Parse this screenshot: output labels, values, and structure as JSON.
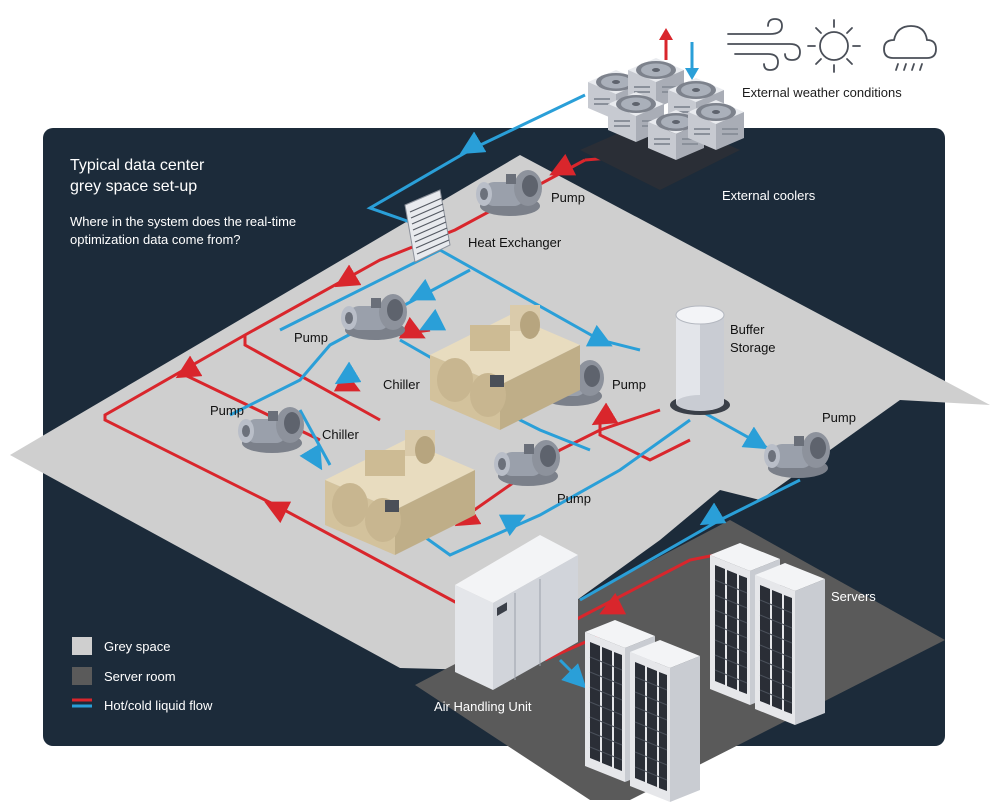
{
  "title": {
    "line1": "Typical data center",
    "line2": "grey space set-up"
  },
  "subtitle": {
    "line1": "Where in the system does the real-time",
    "line2": "optimization data come from?"
  },
  "weather": {
    "label": "External weather conditions",
    "icons": [
      "wind-icon",
      "sun-icon",
      "rain-cloud-icon"
    ]
  },
  "labels": {
    "external_coolers": "External coolers",
    "heat_exchanger": "Heat Exchanger",
    "pump": "Pump",
    "chiller": "Chiller",
    "buffer_line1": "Buffer",
    "buffer_line2": "Storage",
    "air_handling_unit": "Air Handling Unit",
    "servers": "Servers"
  },
  "legend": {
    "grey_space": "Grey space",
    "server_room": "Server room",
    "flow": "Hot/cold liquid flow"
  },
  "colors": {
    "panel": "#1c2b3a",
    "floor": "#cfcfcf",
    "server_floor": "#5a5a5a",
    "hot": "#d9262c",
    "cold": "#2a9fd8",
    "chiller": "#d8c8a4"
  }
}
